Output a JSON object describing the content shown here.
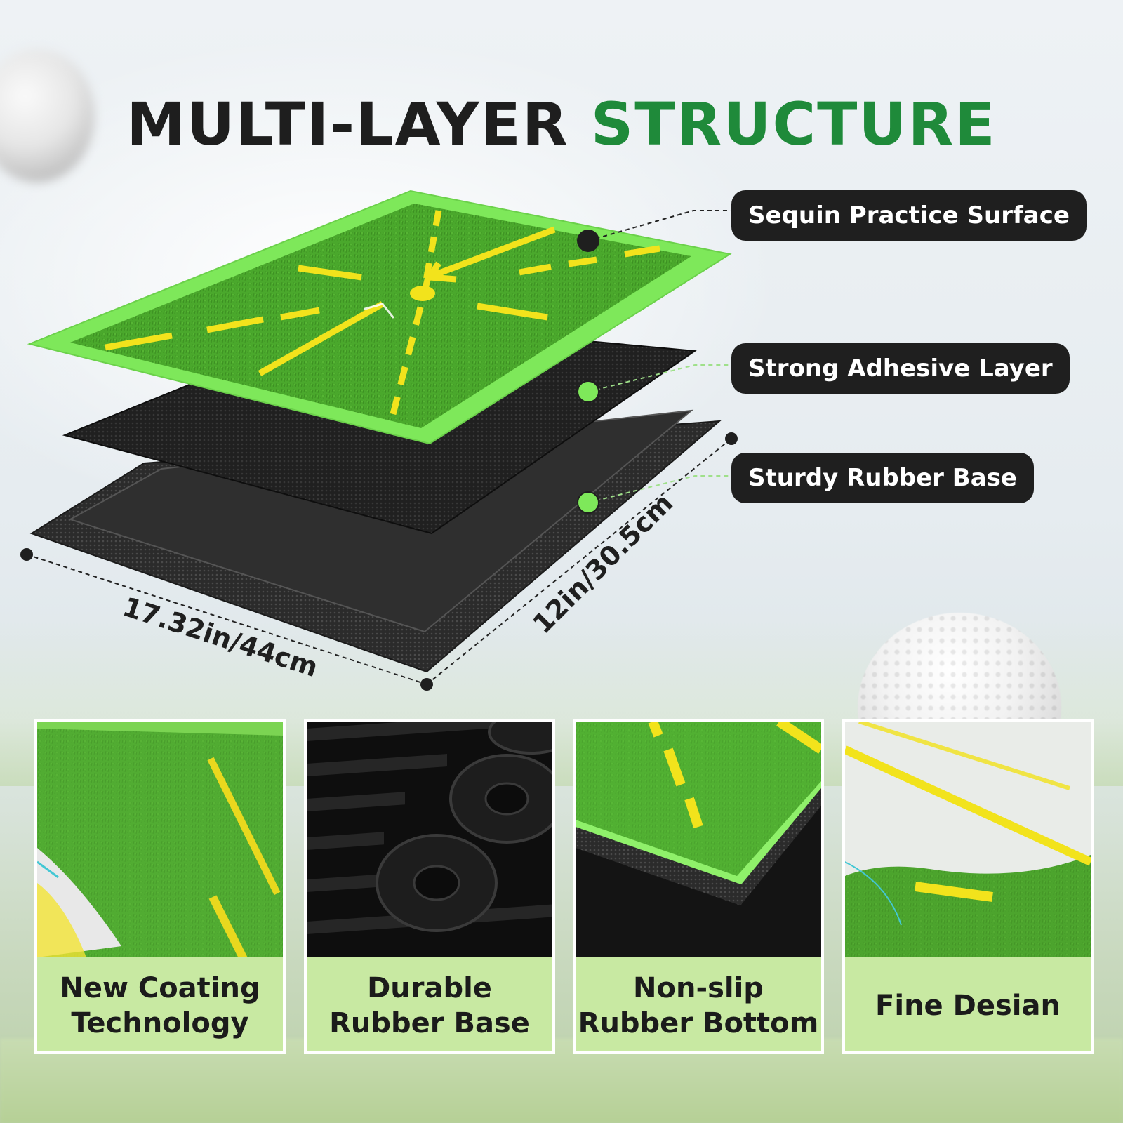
{
  "title": {
    "part1": "MULTI-LAYER",
    "part2": "STRUCTURE"
  },
  "colors": {
    "accent": "#1f8a3a",
    "callout_bg": "#1f1f1f",
    "card_bg": "#c8e9a2",
    "mat_green": "#7ee85a",
    "turf": "#4aa82c",
    "stripe": "#f2e31c"
  },
  "callouts": [
    {
      "label": "Sequin Practice Surface"
    },
    {
      "label": "Strong Adhesive Layer"
    },
    {
      "label": "Sturdy Rubber Base"
    }
  ],
  "dimensions": {
    "length": "17.32in/44cm",
    "width": "12in/30.5cm"
  },
  "features": [
    {
      "line1": "New Coating",
      "line2": "Technology"
    },
    {
      "line1": "Durable",
      "line2": "Rubber Base"
    },
    {
      "line1": "Non-slip",
      "line2": "Rubber Bottom"
    },
    {
      "line1": "Fine Desian",
      "line2": ""
    }
  ]
}
